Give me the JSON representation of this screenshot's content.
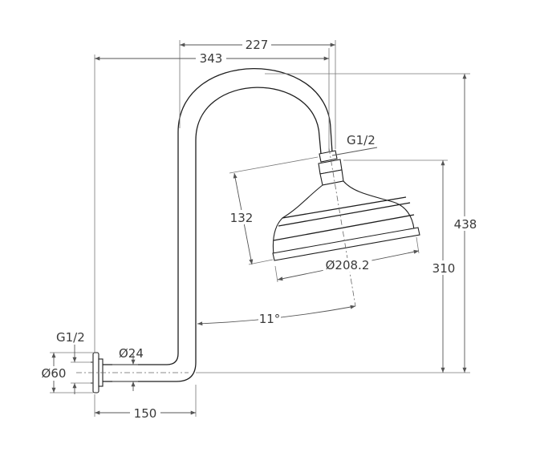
{
  "drawing": {
    "dimensions": {
      "arm_offset": "227",
      "arm_reach": "343",
      "top_connection": "G1/2",
      "head_height": "132",
      "total_height": "438",
      "head_diameter": "Ø208.2",
      "head_drop": "310",
      "tilt_angle": "11°",
      "wall_connection": "G1/2",
      "pipe_diameter": "Ø24",
      "flange_diameter": "Ø60",
      "wall_offset": "150"
    }
  }
}
